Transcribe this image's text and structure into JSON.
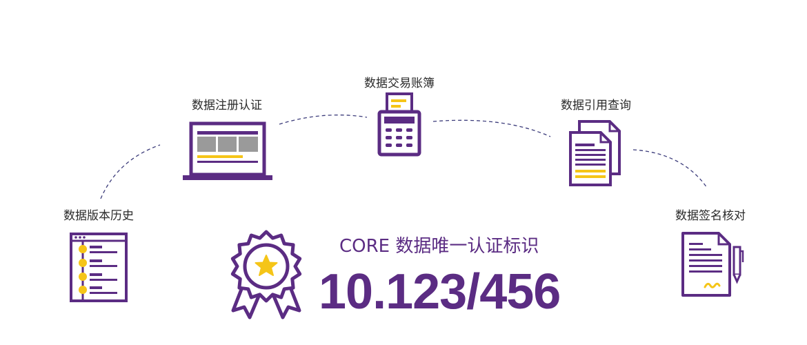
{
  "colors": {
    "primary": "#5b2c83",
    "accent": "#f5c518",
    "fill_gray": "#9a9a9a",
    "line": "#3b3b7a"
  },
  "features": {
    "history": "数据版本历史",
    "register": "数据注册认证",
    "ledger": "数据交易账簿",
    "citation": "数据引用查询",
    "signature": "数据签名核对"
  },
  "core": {
    "title": "CORE 数据唯一认证标识",
    "value": "10.123/456"
  }
}
